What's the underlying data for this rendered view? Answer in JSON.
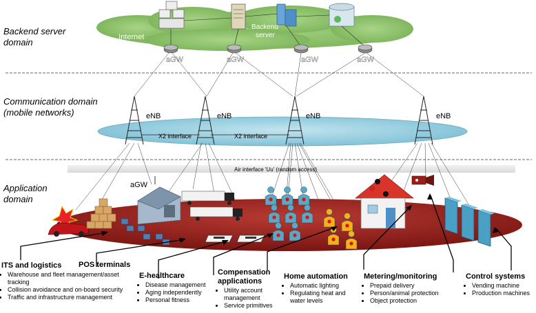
{
  "domains": {
    "backend": [
      "Backend server",
      "domain"
    ],
    "communication": [
      "Communication  domain",
      "(mobile networks)"
    ],
    "application": [
      "Application",
      "domain"
    ]
  },
  "labels": {
    "internet": "Internet",
    "backend_server": [
      "Backend",
      "server"
    ],
    "agw": "aGW",
    "enb": "eNB",
    "x2_interface": "X2 interface",
    "air_interface": "Air interface 'Uu' (random access)",
    "app_agw": "aGW"
  },
  "categories": [
    {
      "title": "ITS and logistics",
      "items": [
        "Warehouse and fleet management/asset tracking",
        "Collision avoidance and on-board security",
        "Traffic and infrastructure management"
      ]
    },
    {
      "title": "POS terminals",
      "items": []
    },
    {
      "title": "E-healthcare",
      "items": [
        "Disease management",
        "Aging independently",
        "Personal fitness"
      ]
    },
    {
      "title": "Compensation applications",
      "items": [
        "Utility account management",
        "Service primitives"
      ]
    },
    {
      "title": "Home automation",
      "items": [
        "Automatic lighting",
        "Regulating heat and water levels"
      ]
    },
    {
      "title": "Metering/monitoring",
      "items": [
        "Prepaid delivery",
        "Person/animal protection",
        "Object protection"
      ]
    },
    {
      "title": "Control systems",
      "items": [
        "Vending machine",
        "Production machines"
      ]
    }
  ],
  "colors": {
    "cloud": "#8dc26a",
    "x2_ellipse": "#93cde0",
    "application_ellipse": "#8b1d18",
    "person": "#5aa8c4",
    "person_yellow": "#f2b21b",
    "house_roof": "#d9342a"
  }
}
